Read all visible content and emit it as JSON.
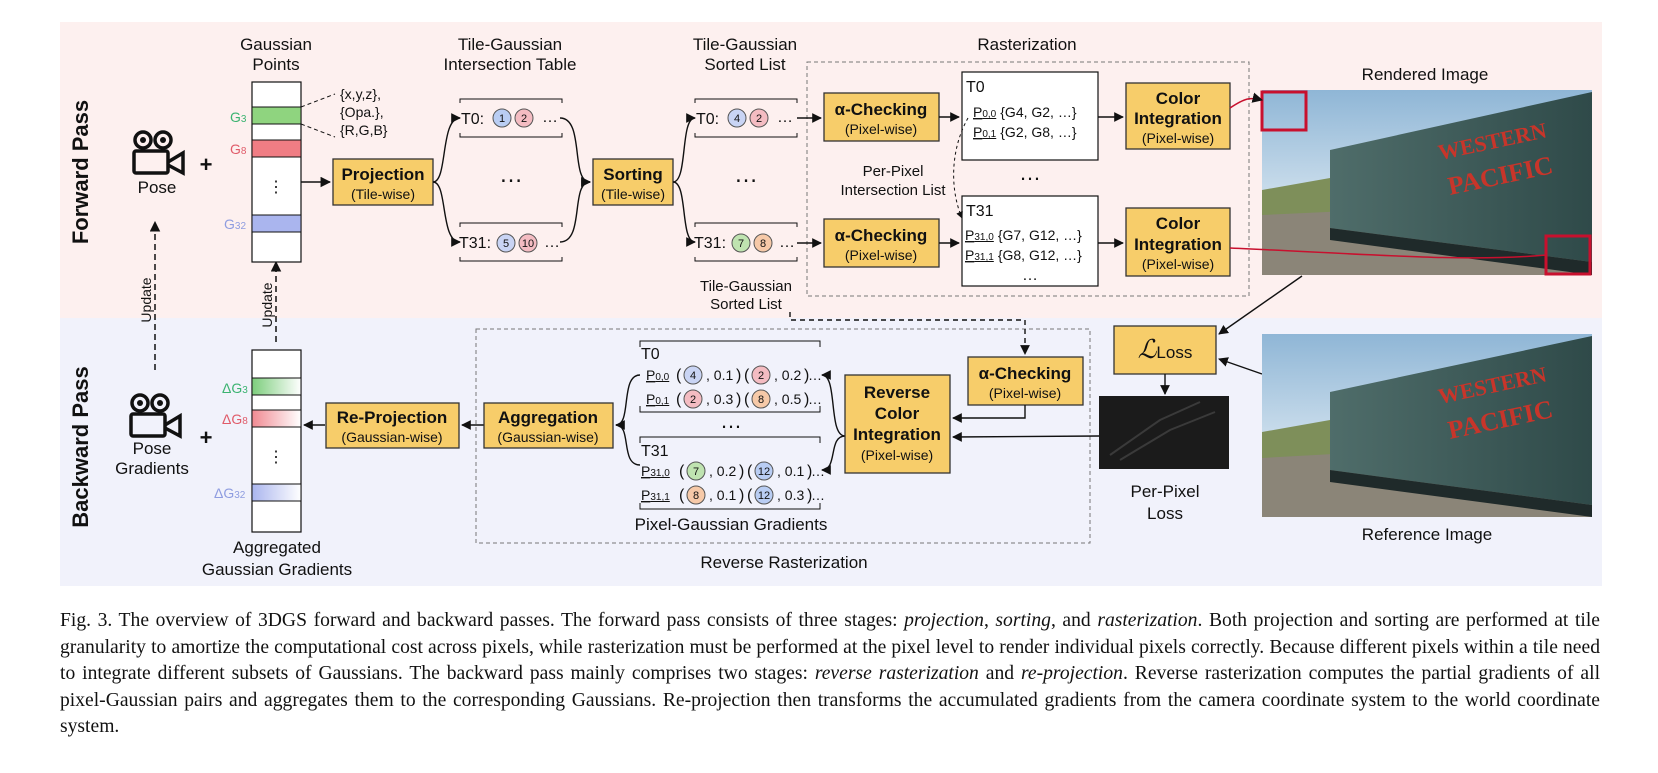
{
  "sections": {
    "forward": "Forward Pass",
    "backward": "Backward Pass",
    "update": "Update"
  },
  "forward": {
    "pose_label": "Pose",
    "plus": "+",
    "gaussian_points_title": [
      "Gaussian",
      "Points"
    ],
    "gaussian_rows": [
      {
        "label": "G",
        "sub": "3",
        "color": "#3cb371"
      },
      {
        "label": "G",
        "sub": "8",
        "color": "#e05c6a"
      },
      {
        "label": "⋮",
        "sub": ""
      },
      {
        "label": "G",
        "sub": "32",
        "color": "#8f9de0"
      }
    ],
    "attributes": [
      "{x,y,z},",
      "{Opa.},",
      "{R,G,B}"
    ],
    "projection": {
      "title": "Projection",
      "sub": "(Tile-wise)"
    },
    "intersection_table_title": [
      "Tile-Gaussian",
      "Intersection Table"
    ],
    "intersection_rows": [
      {
        "tile": "T0:",
        "ids": [
          "1",
          "2"
        ],
        "colors": [
          "#b9cdf3",
          "#f4bcc2"
        ],
        "more": "…"
      },
      {
        "tile": "T31:",
        "ids": [
          "5",
          "10"
        ],
        "colors": [
          "#c9d4f4",
          "#f4bcc2"
        ],
        "more": "…"
      }
    ],
    "sorting": {
      "title": "Sorting",
      "sub": "(Tile-wise)"
    },
    "sorted_list_title": [
      "Tile-Gaussian",
      "Sorted List"
    ],
    "sorted_rows": [
      {
        "tile": "T0:",
        "ids": [
          "4",
          "2"
        ],
        "colors": [
          "#c9d4f4",
          "#f4bcc2"
        ],
        "more": "…"
      },
      {
        "tile": "T31:",
        "ids": [
          "7",
          "8"
        ],
        "colors": [
          "#bfe3b0",
          "#f6c9a8"
        ],
        "more": "…"
      }
    ],
    "dots": "…",
    "rasterization_title": "Rasterization",
    "alpha_checking": {
      "title": "α-Checking",
      "sub": "(Pixel-wise)"
    },
    "t0_box": {
      "title": "T0",
      "rows": [
        {
          "p": "P",
          "sub": "0,0",
          "list": "{G4, G2, …}"
        },
        {
          "p": "P",
          "sub": "0,1",
          "list": "{G2, G8, …}"
        }
      ]
    },
    "t31_box": {
      "title": "T31",
      "rows": [
        {
          "p": "P",
          "sub": "31,0",
          "list": "{G7, G12, …}"
        },
        {
          "p": "P",
          "sub": "31,1",
          "list": "{G8, G12, …}"
        }
      ]
    },
    "per_pixel_list": [
      "Per-Pixel",
      "Intersection List"
    ],
    "color_integration": {
      "title": [
        "Color",
        "Integration"
      ],
      "sub": "(Pixel-wise)"
    },
    "rendered_image_title": "Rendered Image",
    "sorted_list_caption": [
      "Tile-Gaussian",
      "Sorted List"
    ]
  },
  "backward": {
    "pose_label": [
      "Pose",
      "Gradients"
    ],
    "plus": "+",
    "delta_rows": [
      {
        "label": "ΔG",
        "sub": "3",
        "color": "#3cb371"
      },
      {
        "label": "ΔG",
        "sub": "8",
        "color": "#e05c6a"
      },
      {
        "label": "⋮",
        "sub": ""
      },
      {
        "label": "ΔG",
        "sub": "32",
        "color": "#8f9de0"
      }
    ],
    "aggregated_title": [
      "Aggregated",
      "Gaussian Gradients"
    ],
    "reprojection": {
      "title": "Re-Projection",
      "sub": "(Gaussian-wise)"
    },
    "aggregation": {
      "title": "Aggregation",
      "sub": "(Gaussian-wise)"
    },
    "t0_box": {
      "title": "T0",
      "rows": [
        {
          "p": "P",
          "sub": "0,0",
          "a": {
            "id": "4",
            "color": "#c9d4f4",
            "v": "0.1"
          },
          "b": {
            "id": "2",
            "color": "#f4bcc2",
            "v": "0.2"
          }
        },
        {
          "p": "P",
          "sub": "0,1",
          "a": {
            "id": "2",
            "color": "#f4bcc2",
            "v": "0.3"
          },
          "b": {
            "id": "8",
            "color": "#f6c9a8",
            "v": "0.5"
          }
        }
      ]
    },
    "t31_box": {
      "title": "T31",
      "rows": [
        {
          "p": "P",
          "sub": "31,0",
          "a": {
            "id": "7",
            "color": "#bfe3b0",
            "v": "0.2"
          },
          "b": {
            "id": "12",
            "color": "#b9cdf3",
            "v": "0.1"
          }
        },
        {
          "p": "P",
          "sub": "31,1",
          "a": {
            "id": "8",
            "color": "#f6c9a8",
            "v": "0.1"
          },
          "b": {
            "id": "12",
            "color": "#b9cdf3",
            "v": "0.3"
          }
        }
      ]
    },
    "pixel_gaussian_title": "Pixel-Gaussian Gradients",
    "reverse_rasterization_title": "Reverse Rasterization",
    "reverse_color": {
      "title": [
        "Reverse",
        "Color",
        "Integration"
      ],
      "sub": "(Pixel-wise)"
    },
    "alpha_checking": {
      "title": "α-Checking",
      "sub": "(Pixel-wise)"
    },
    "loss": {
      "symbol": "ℒ",
      "sub": "Loss"
    },
    "per_pixel_loss": [
      "Per-Pixel",
      "Loss"
    ],
    "reference_image_title": "Reference Image"
  },
  "colors": {
    "forward_bg": "#fdf0ef",
    "backward_bg": "#f1f2fb",
    "box_fill": "#f7cd6a",
    "box_stroke": "#333333",
    "highlight_red": "#c8102e"
  },
  "caption": {
    "label": "Fig. 3.",
    "parts": [
      {
        "t": "  The overview of 3DGS forward and backward passes. The forward pass consists of three stages: "
      },
      {
        "t": "projection",
        "i": true
      },
      {
        "t": ", "
      },
      {
        "t": "sorting",
        "i": true
      },
      {
        "t": ", and "
      },
      {
        "t": "rasterization",
        "i": true
      },
      {
        "t": ". Both projection and sorting are performed at tile granularity to amortize the computational cost across pixels, while rasterization must be performed at the pixel level to render individual pixels correctly. Because different pixels within a tile need to integrate different subsets of Gaussians. The backward pass mainly comprises two stages: "
      },
      {
        "t": "reverse rasterization",
        "i": true
      },
      {
        "t": " and "
      },
      {
        "t": "re-projection",
        "i": true
      },
      {
        "t": ". Reverse rasterization computes the partial gradients of all pixel-Gaussian pairs and aggregates them to the corresponding Gaussians. Re-projection then transforms the accumulated gradients from the camera coordinate system to the world coordinate system."
      }
    ]
  }
}
